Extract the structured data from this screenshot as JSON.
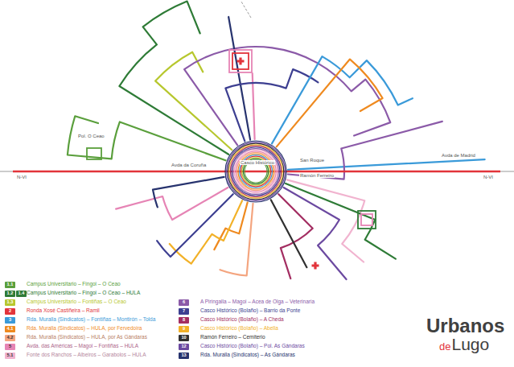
{
  "diagram": {
    "labels": [
      "N-VI",
      "N-VI",
      "Avda da Coruña",
      "Casco Histórico",
      "San Roque",
      "Ramón Ferreiro",
      "Avda de Madrid",
      "Pol. O Ceao",
      "1.1",
      "1.2",
      "1.4",
      "1.3",
      "2",
      "3",
      "4.1",
      "4.2",
      "5",
      "5.1",
      "6",
      "7",
      "8",
      "9",
      "10",
      "12",
      "13",
      "Urbanos",
      "de",
      "Lugo"
    ],
    "legend": [
      {
        "text": "Campus Universitario – Fingoi – O Ceao",
        "color": "#5a9f3c"
      },
      {
        "text": "Campus Universitario – Fingoi – O Ceao – HULA",
        "color": "#2e7b36"
      },
      {
        "text": "Campus Universitario – Fontiñas – O Ceao",
        "color": "#b7c72e"
      },
      {
        "text": "Ronda Xosé Castiñeira – Ramil",
        "color": "#e2343b"
      },
      {
        "text": "Rda. Muralla (Sindicatos) – Fontiñas – Montirón – Tolda",
        "color": "#3a9ad9"
      },
      {
        "text": "Rda. Muralla (Sindicatos) – HULA, por Fervedoira",
        "color": "#ef8a1f"
      },
      {
        "text": "Rda. Muralla (Sindicatos) – HULA, por As Gándaras",
        "color": "#f4a57f"
      },
      {
        "text": "Avda. das Américas – Magoi – Fontiñas – HULA",
        "color": "#e684b5"
      },
      {
        "text": "Fonte dos Ranchos – Albeiros – Garabolos – HULA",
        "color": "#f1b3cf"
      },
      {
        "text": "A Piringalla – Magoi – Acea de Olga – Veterinaria",
        "color": "#8b5aa8"
      },
      {
        "text": "Casco Histórico (Bolaño) – Barrio da Ponte",
        "color": "#3d3f91"
      },
      {
        "text": "Casco Histórico (Bolaño) – A Cheda",
        "color": "#a32e62"
      },
      {
        "text": "Casco Histórico (Bolaño) – Abella",
        "color": "#f2b128"
      },
      {
        "text": "Ramón Ferreiro – Cemiterio",
        "color": "#303030"
      },
      {
        "text": "Casco Histórico (Bolaño) – Pol. As Gándaras",
        "color": "#6b49a0"
      },
      {
        "text": "Rda. Muralla (Sindicatos) – As Gándaras",
        "color": "#27336e"
      }
    ]
  }
}
